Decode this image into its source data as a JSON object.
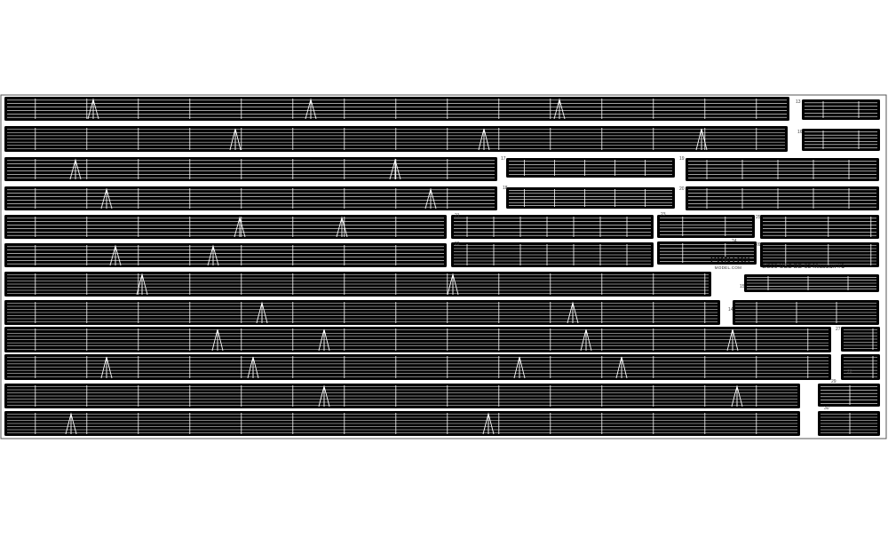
{
  "brand": {
    "name": "PONTOS",
    "subtitle": "MODEL.COM",
    "sheet_title": "1/200 USS BB-63 Missouri #1"
  },
  "part_labels": [
    "13",
    "14",
    "15",
    "16",
    "17",
    "18",
    "19",
    "20",
    "21",
    "22",
    "23",
    "24",
    "25",
    "26",
    "27",
    "28",
    "29",
    "30"
  ],
  "colors": {
    "fret": "#ffffff",
    "metal": "#000000",
    "plank": "#ffffff",
    "border": "#555555"
  }
}
